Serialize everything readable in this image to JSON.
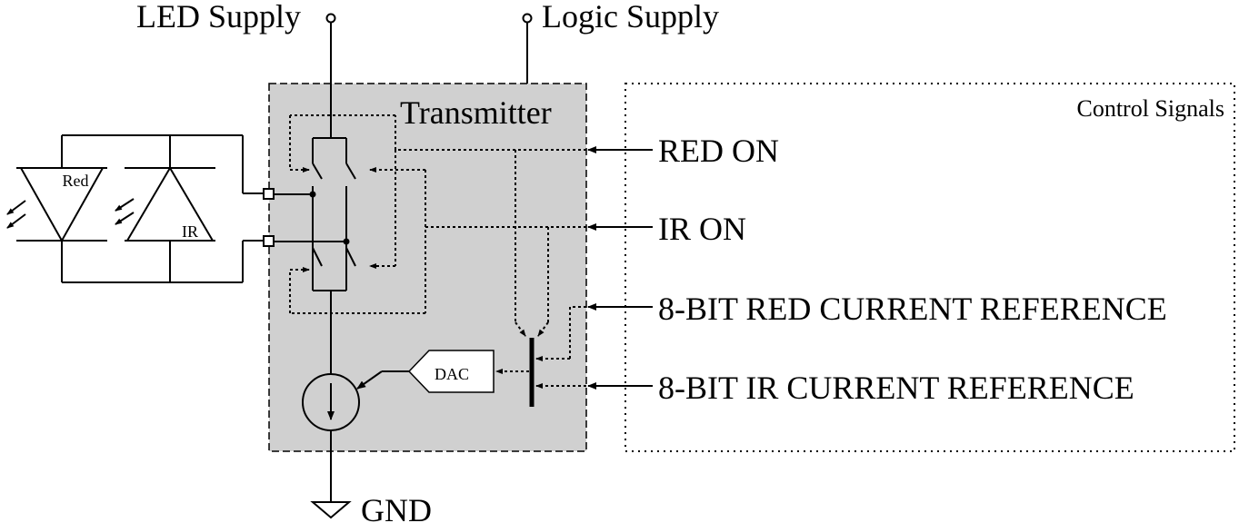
{
  "labels": {
    "led_supply": "LED Supply",
    "logic_supply": "Logic Supply",
    "transmitter": "Transmitter",
    "control_signals": "Control Signals",
    "red_led": "Red",
    "ir_led": "IR",
    "dac": "DAC",
    "gnd": "GND"
  },
  "signals": [
    "RED ON",
    "IR ON",
    "8-BIT RED CURRENT REFERENCE",
    "8-BIT IR CURRENT REFERENCE"
  ],
  "colors": {
    "transmitter_fill": "#d0d0d0",
    "line": "#000000"
  }
}
